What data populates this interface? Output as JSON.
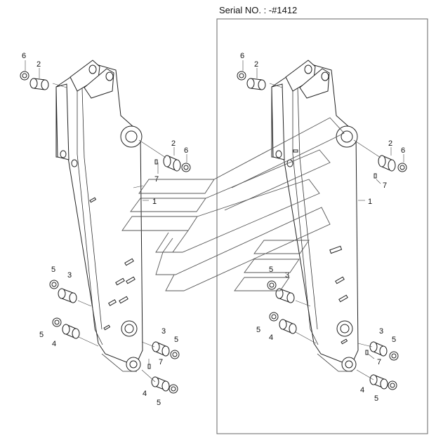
{
  "header": {
    "serial_text": "Serial NO. : -#1412"
  },
  "callouts": {
    "c1": "1",
    "c2": "2",
    "c3": "3",
    "c4": "4",
    "c5": "5",
    "c6": "6",
    "c7": "7"
  },
  "colors": {
    "line": "#222222",
    "background": "#ffffff"
  },
  "watermark": {
    "icon": "dealer-logo-watermark"
  }
}
